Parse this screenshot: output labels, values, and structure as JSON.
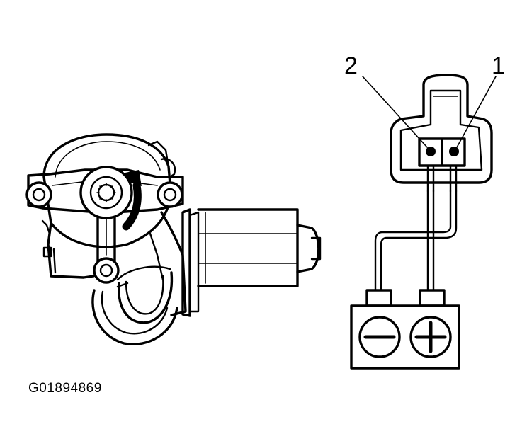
{
  "connector": {
    "pin_1_label": "1",
    "pin_2_label": "2"
  },
  "battery": {
    "negative_symbol": "minus-terminal",
    "positive_symbol": "plus-terminal"
  },
  "motor": {
    "rotation_arrow": "curved-arrow-icon"
  },
  "figure": {
    "id": "G01894869"
  },
  "colors": {
    "ink": "#000000",
    "paper": "#ffffff"
  }
}
